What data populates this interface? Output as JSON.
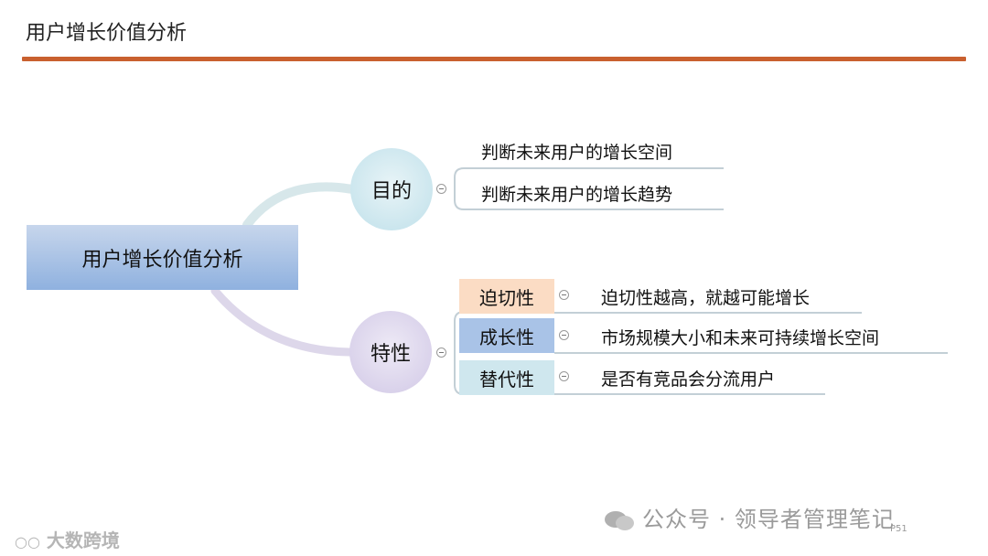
{
  "title": "用户增长价值分析",
  "root": {
    "label": "用户增长价值分析",
    "color": "#a7c1e6"
  },
  "branches": {
    "purpose": {
      "label": "目的",
      "items": [
        "判断未来用户的增长空间",
        "判断未来用户的增长趋势"
      ]
    },
    "traits": {
      "label": "特性",
      "items": [
        {
          "name": "迫切性",
          "desc": "迫切性越高，就越可能增长",
          "color": "#fbdcc4"
        },
        {
          "name": "成长性",
          "desc": "市场规模大小和未来可持续增长空间",
          "color": "#a9c3e7"
        },
        {
          "name": "替代性",
          "desc": "是否有竞品会分流用户",
          "color": "#cfe7ee"
        }
      ]
    }
  },
  "watermark": {
    "right": "公众号 · 领导者管理笔记",
    "left": "大数跨境"
  },
  "page_number": "P51",
  "colors": {
    "accent_rule": "#c9602f",
    "connector": "#d7e7ea",
    "connector2": "#ddd7ea"
  }
}
